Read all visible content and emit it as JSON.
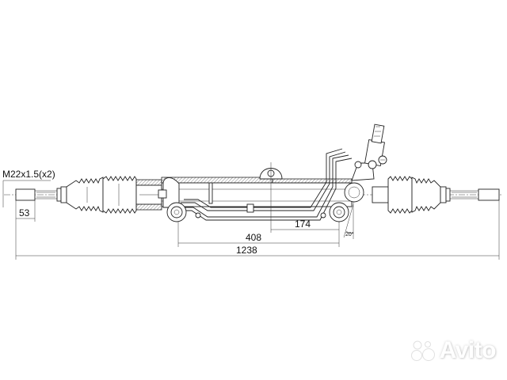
{
  "diagram": {
    "subject": "power steering rack assembly",
    "thread_label": "M22x1.5(x2)",
    "dimensions": {
      "tie_rod_end": "53",
      "pinion_offset": "174",
      "mount_spacing": "408",
      "overall_length": "1238"
    },
    "angle_label": "20°"
  },
  "watermark": {
    "text": "Avito"
  },
  "colors": {
    "line": "#222222",
    "background": "#ffffff"
  }
}
